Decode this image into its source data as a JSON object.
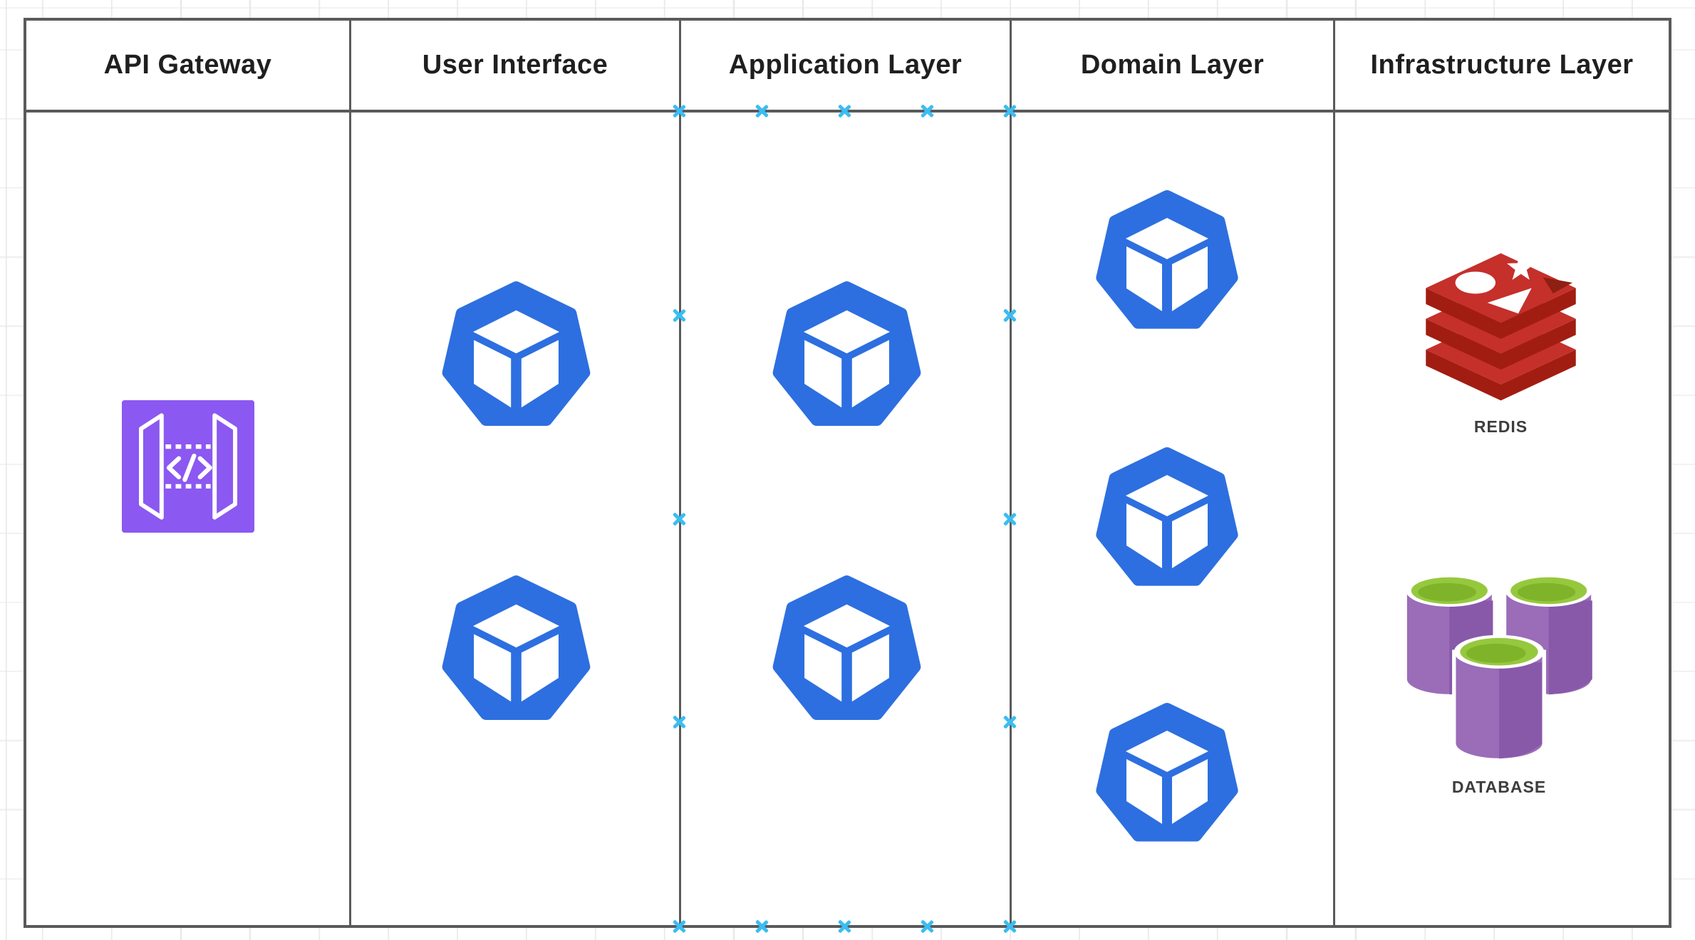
{
  "diagram": {
    "type": "swimlane-architecture-diagram",
    "columns": [
      {
        "label": "API Gateway",
        "items": [
          {
            "icon": "api-gateway-icon"
          }
        ]
      },
      {
        "label": "User Interface",
        "items": [
          {
            "icon": "component-icon"
          },
          {
            "icon": "component-icon"
          }
        ]
      },
      {
        "label": "Application Layer",
        "selected": true,
        "items": [
          {
            "icon": "component-icon"
          },
          {
            "icon": "component-icon"
          }
        ]
      },
      {
        "label": "Domain Layer",
        "items": [
          {
            "icon": "component-icon"
          },
          {
            "icon": "component-icon"
          },
          {
            "icon": "component-icon"
          }
        ]
      },
      {
        "label": "Infrastructure Layer",
        "items": [
          {
            "icon": "redis-icon",
            "label": "REDIS"
          },
          {
            "icon": "database-icon",
            "label": "DATABASE"
          }
        ]
      }
    ],
    "selected_column": "Application Layer",
    "connection_point_count": 16
  },
  "colors": {
    "lane_border": "#5a5a5a",
    "header_text": "#1f1f1f",
    "component_blue": "#2d6fe0",
    "api_gateway_purple": "#8b58f1",
    "redis_red_bright": "#c5302b",
    "redis_red_dark": "#a21d11",
    "database_purple": "#9b6cb8",
    "database_purple_dark": "#8859a9",
    "database_green": "#96c83e",
    "connection_point_cyan": "#3bbdf2",
    "item_label_text": "#3d3d3d"
  }
}
